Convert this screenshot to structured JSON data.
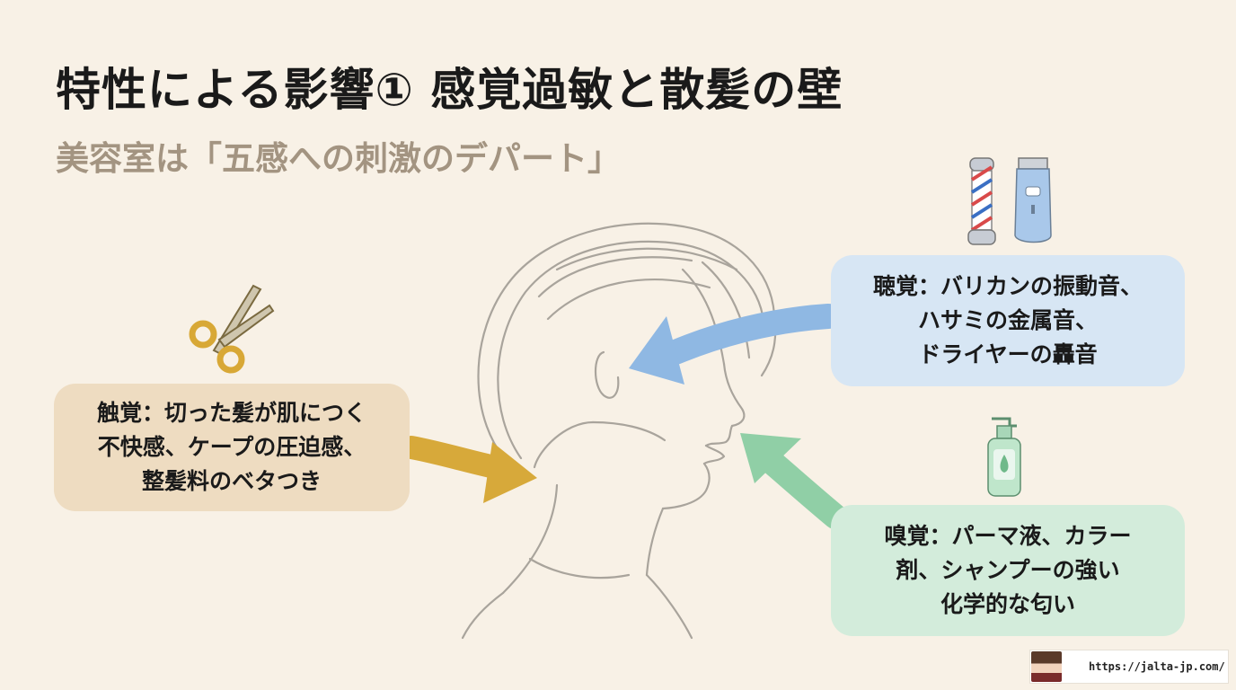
{
  "header": {
    "title": "特性による影響① 感覚過敏と散髪の壁",
    "subtitle": "美容室は「五感への刺激のデパート」"
  },
  "senses": {
    "touch": {
      "lines": [
        "触覚：切った髪が肌につく",
        "不快感、ケープの圧迫感、",
        "整髪料のベタつき"
      ],
      "color": "#eedcc1",
      "arrow_color": "#d7a93a",
      "icon": "scissors-icon"
    },
    "hearing": {
      "lines": [
        "聴覚：バリカンの振動音、",
        "ハサミの金属音、",
        "ドライヤーの轟音"
      ],
      "color": "#d7e6f4",
      "arrow_color": "#8fb8e3",
      "icons": [
        "barber-pole-icon",
        "hair-clipper-icon"
      ]
    },
    "smell": {
      "lines": [
        "嗅覚：パーマ液、カラー",
        "剤、シャンプーの強い",
        "化学的な匂い"
      ],
      "color": "#d3ecdb",
      "arrow_color": "#90cfa6",
      "icon": "shampoo-bottle-icon"
    }
  },
  "footer": {
    "url": "https://jalta-jp.com/"
  }
}
